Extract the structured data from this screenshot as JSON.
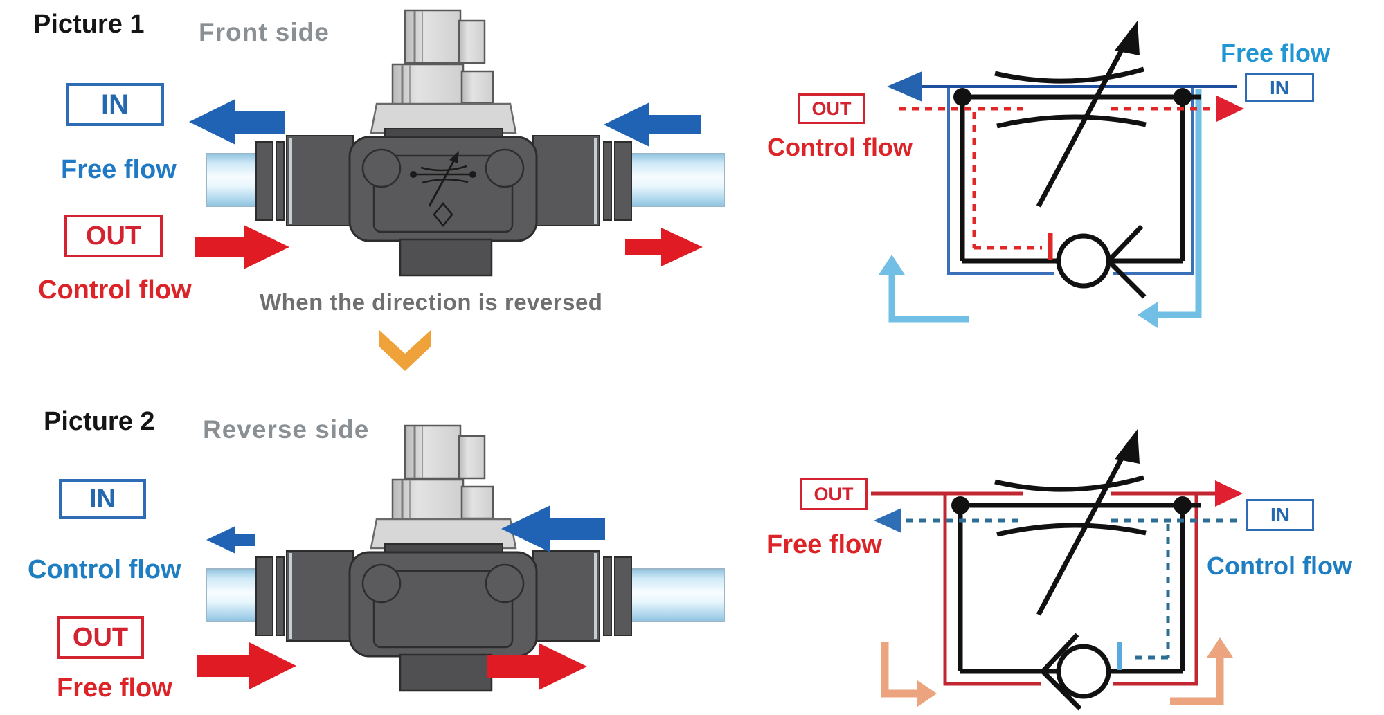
{
  "colors": {
    "blue_port": "#2468b0",
    "blue_flow_text": "#2079c5",
    "navy_line": "#1d4f9e",
    "light_blue_arrow": "#72bfe6",
    "red": "#d42330",
    "red_dash": "#e02828",
    "teal_dash": "#2e6e94",
    "salmon_arrow": "#eba47d",
    "orange_chevron": "#f0a23a",
    "gray_text": "#8a8f94",
    "valve_body_gray": "#5b5b5d",
    "tube_blue": "#a6d3ec"
  },
  "picture1": {
    "title": "Picture 1",
    "subtitle": "Front side",
    "in_label": "IN",
    "in_flow": "Free flow",
    "out_label": "OUT",
    "out_flow": "Control flow"
  },
  "divider": {
    "text": "When the direction is reversed"
  },
  "picture2": {
    "title": "Picture 2",
    "subtitle": "Reverse side",
    "in_label": "IN",
    "in_flow": "Control flow",
    "out_label": "OUT",
    "out_flow": "Free flow"
  },
  "schematic1": {
    "out_label": "OUT",
    "out_flow": "Control flow",
    "in_label": "IN",
    "in_flow": "Free flow"
  },
  "schematic2": {
    "out_label": "OUT",
    "out_flow": "Free flow",
    "in_label": "IN",
    "in_flow": "Control flow"
  }
}
